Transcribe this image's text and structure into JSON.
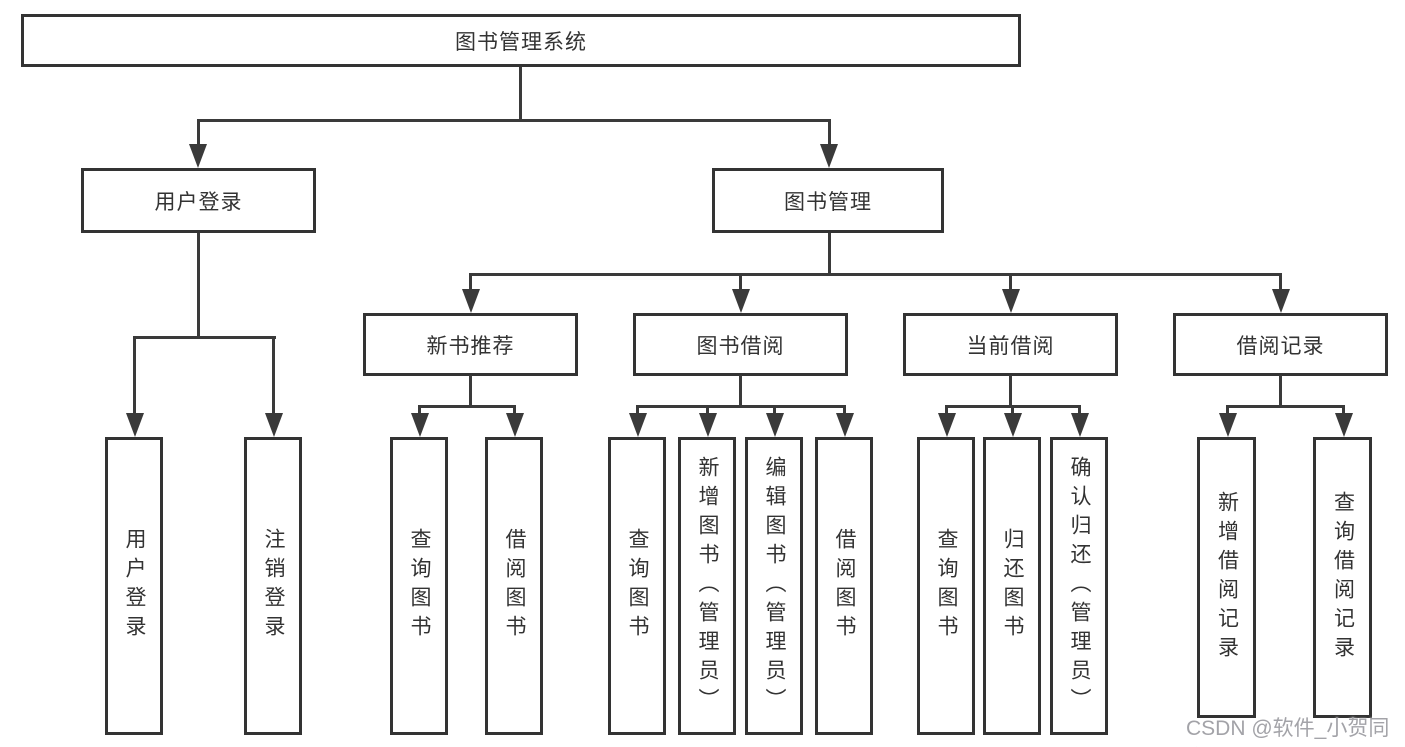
{
  "diagram_title": "图书管理系统",
  "tree": {
    "root": {
      "label": "图书管理系统"
    },
    "branches": [
      {
        "label": "用户登录",
        "leaves": [
          {
            "label": "用户登录"
          },
          {
            "label": "注销登录"
          }
        ]
      },
      {
        "label": "图书管理",
        "groups": [
          {
            "label": "新书推荐",
            "leaves": [
              {
                "label": "查询图书"
              },
              {
                "label": "借阅图书"
              }
            ]
          },
          {
            "label": "图书借阅",
            "leaves": [
              {
                "label": "查询图书"
              },
              {
                "label": "新增图书（管理员）"
              },
              {
                "label": "编辑图书（管理员）"
              },
              {
                "label": "借阅图书"
              }
            ]
          },
          {
            "label": "当前借阅",
            "leaves": [
              {
                "label": "查询图书"
              },
              {
                "label": "归还图书"
              },
              {
                "label": "确认归还（管理员）"
              }
            ]
          },
          {
            "label": "借阅记录",
            "leaves": [
              {
                "label": "新增借阅记录"
              },
              {
                "label": "查询借阅记录"
              }
            ]
          }
        ]
      }
    ]
  },
  "watermark": "CSDN @软件_小贺同学",
  "colors": {
    "line": "#3a3a3a",
    "text": "#333333",
    "watermark": "#a3a3a8",
    "background": "#ffffff"
  }
}
